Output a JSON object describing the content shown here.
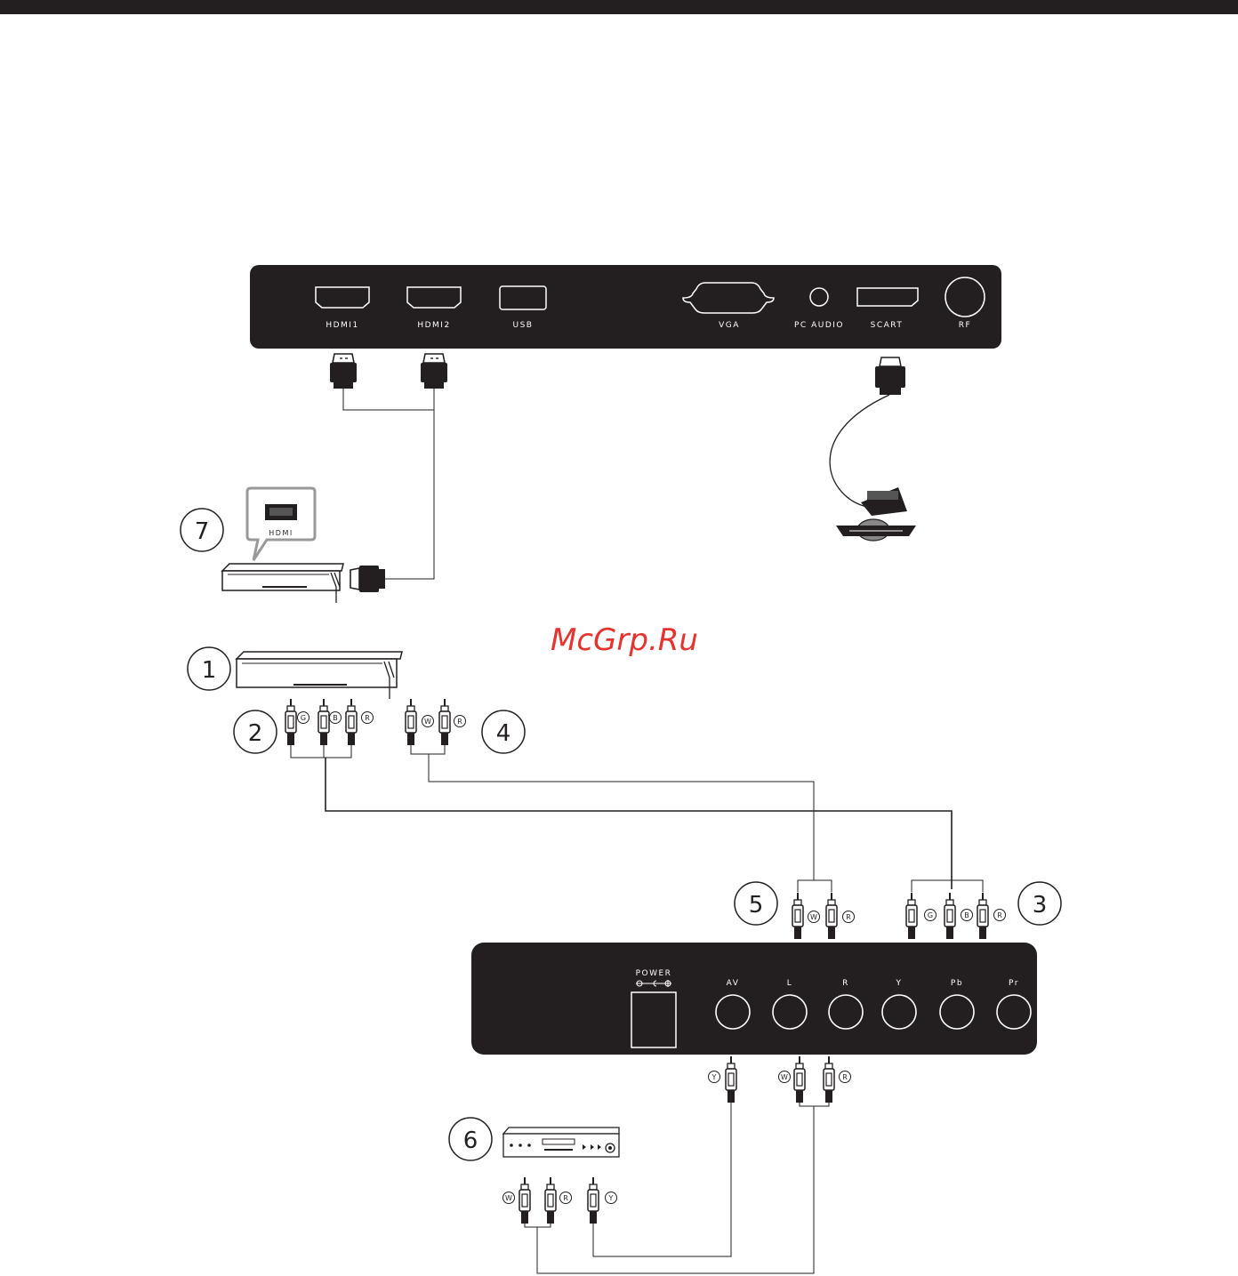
{
  "panels": {
    "top_ports": [
      "HDMI1",
      "HDMI2",
      "USB",
      "VGA",
      "PC AUDIO",
      "SCART",
      "RF"
    ],
    "bottom_ports": {
      "power_label": "POWER",
      "jacks": [
        "AV",
        "L",
        "R",
        "Y",
        "Pb",
        "Pr"
      ]
    }
  },
  "devices": {
    "hdmi_callout_label": "HDMI",
    "numbers": [
      "1",
      "2",
      "3",
      "4",
      "5",
      "6",
      "7"
    ]
  },
  "plug_tags": {
    "G": "G",
    "B": "B",
    "R": "R",
    "W": "W",
    "Y": "Y"
  },
  "watermark": "McGrp.Ru",
  "colors": {
    "panel": "#231f20",
    "line": "#231f20",
    "watermark": "#e3342f"
  }
}
